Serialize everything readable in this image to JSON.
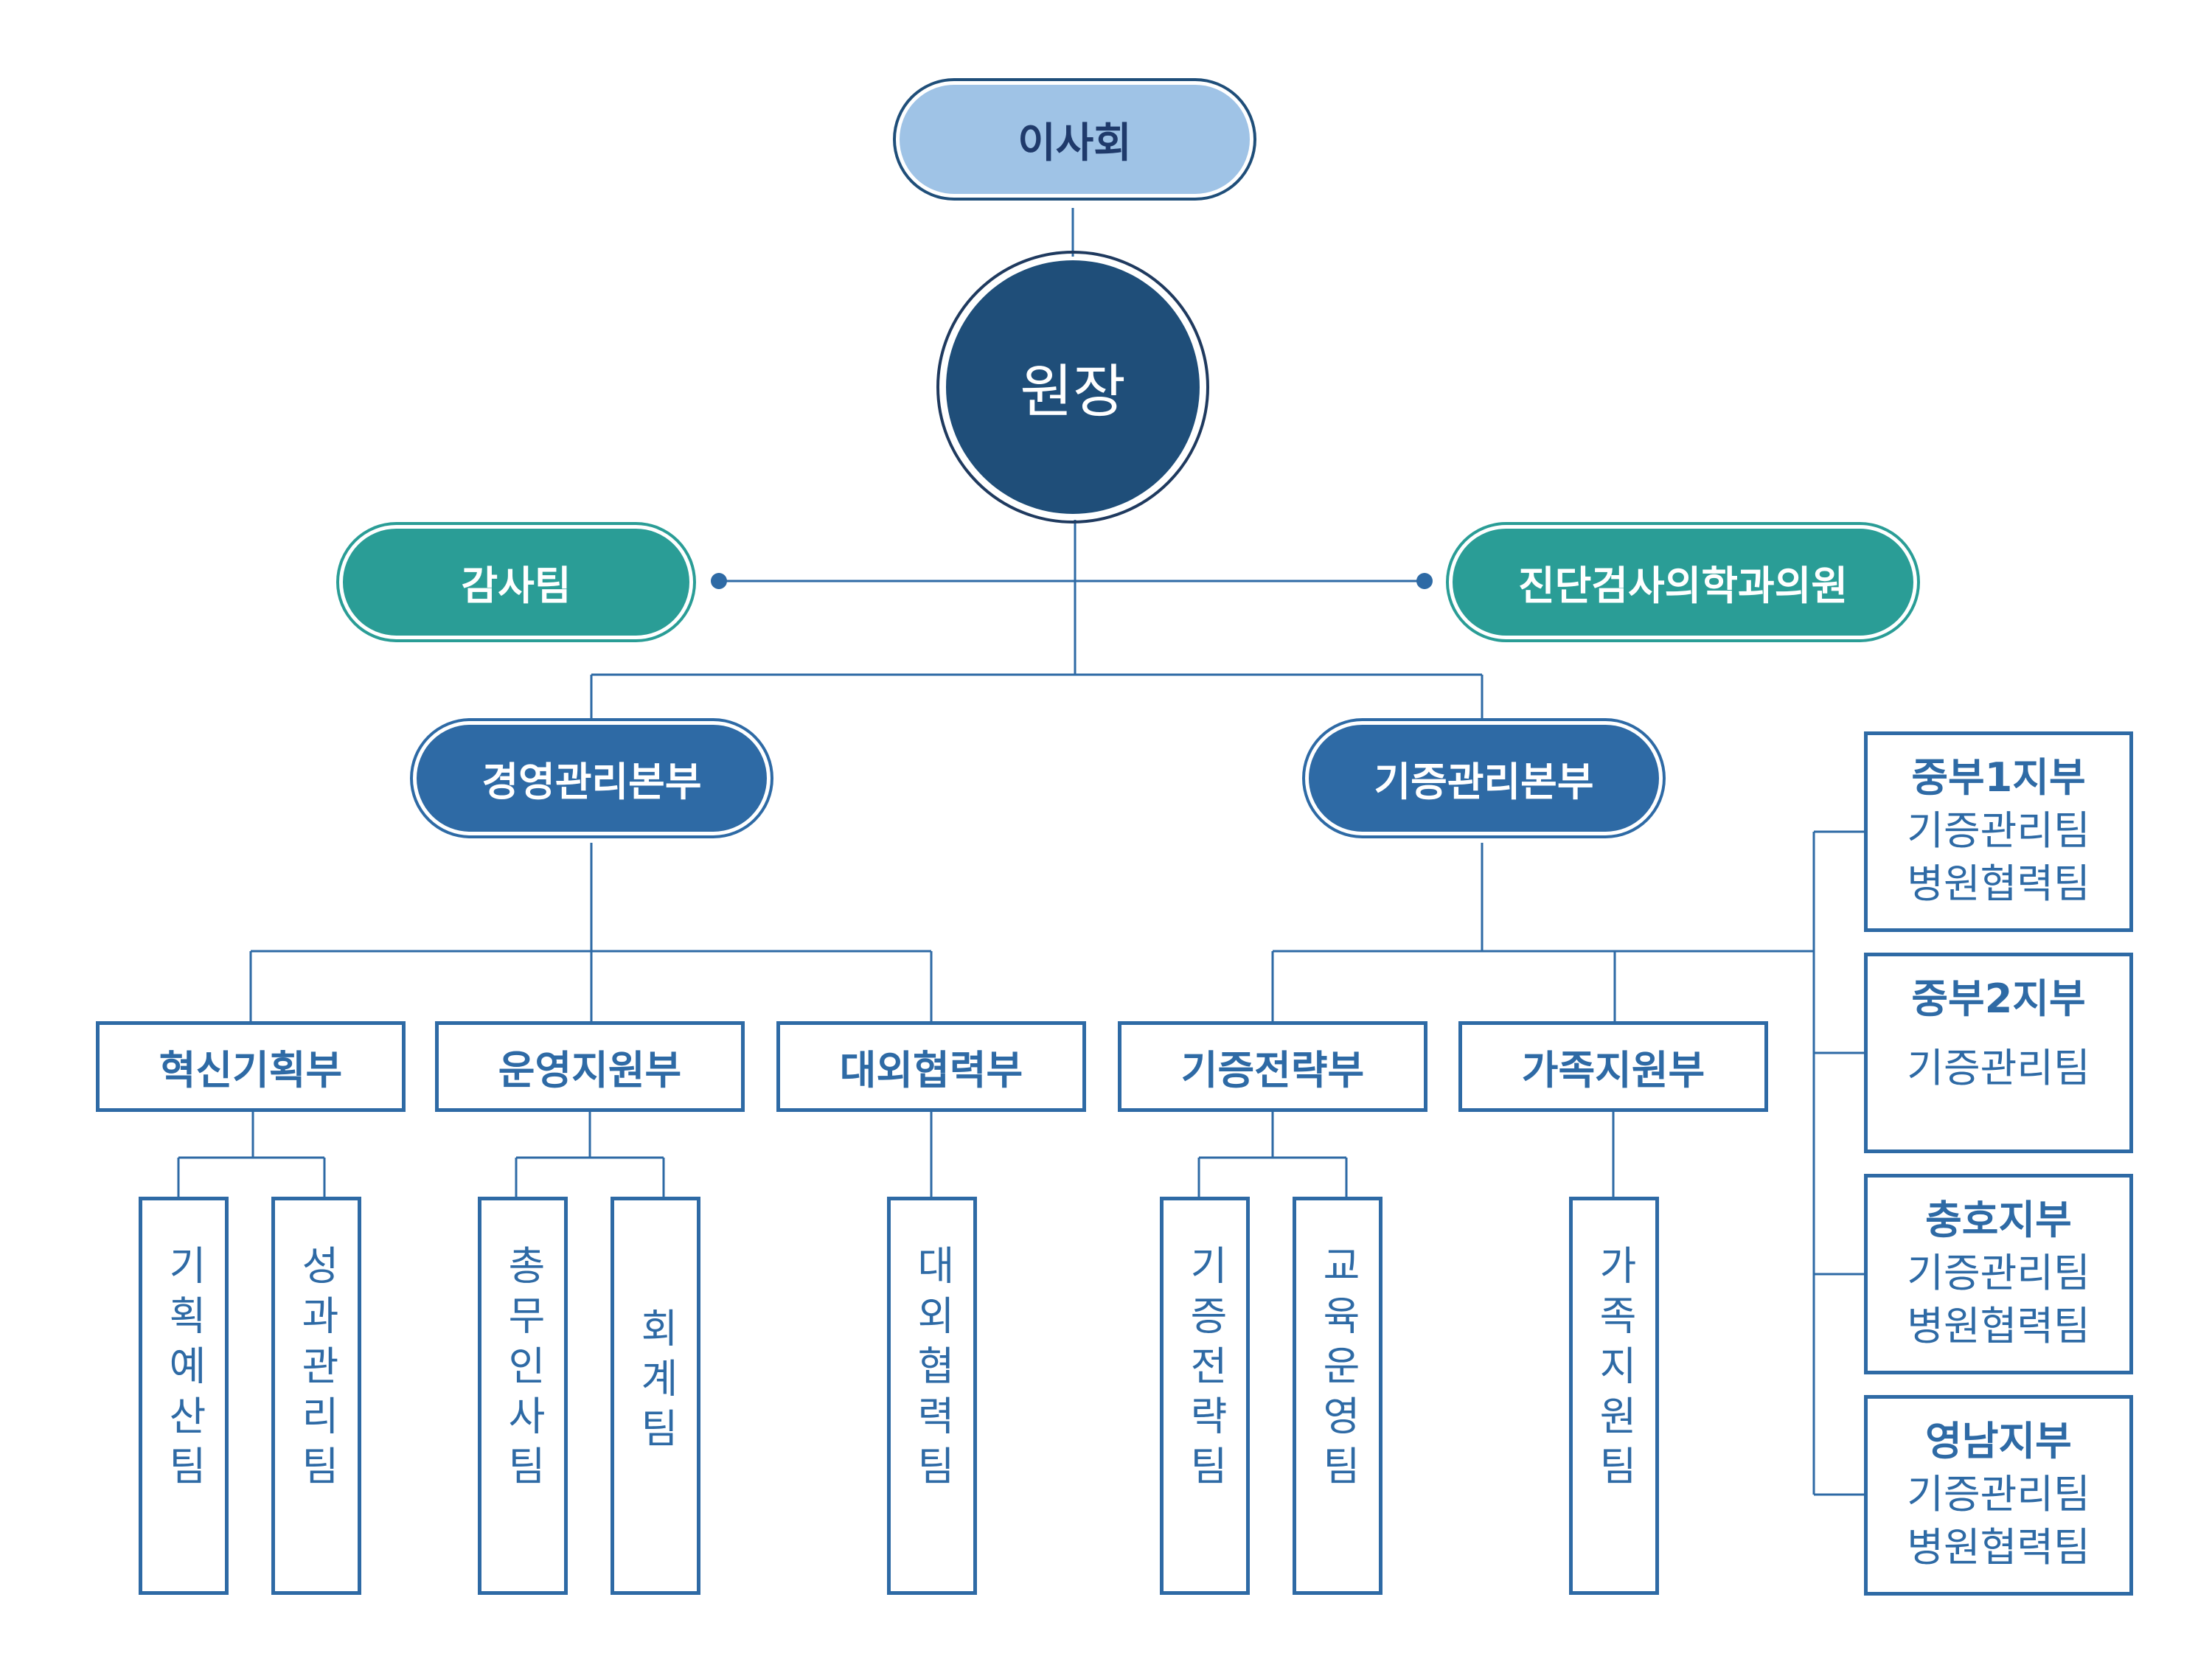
{
  "board": "이사회",
  "director": "원장",
  "audit": "감사팀",
  "clinic": "진단검사의학과의원",
  "hq_management": "경영관리본부",
  "hq_donation": "기증관리본부",
  "departments": {
    "innovation": "혁신기획부",
    "operations": "운영지원부",
    "external": "대외협력부",
    "strategy": "기증전략부",
    "family": "가족지원부"
  },
  "teams": {
    "planning_budget": "기획예산팀",
    "performance": "성과관리팀",
    "general_hr": "총무인사팀",
    "accounting": "회계팀",
    "external_coop": "대외협력팀",
    "donation_strategy": "기증전략팀",
    "education": "교육운영팀",
    "family_support": "가족지원팀"
  },
  "branches": [
    {
      "name": "중부1지부",
      "teams": [
        "기증관리팀",
        "병원협력팀"
      ]
    },
    {
      "name": "중부2지부",
      "teams": [
        "기증관리팀"
      ]
    },
    {
      "name": "충호지부",
      "teams": [
        "기증관리팀",
        "병원협력팀"
      ]
    },
    {
      "name": "영남지부",
      "teams": [
        "기증관리팀",
        "병원협력팀"
      ]
    }
  ],
  "colors": {
    "line": "#2e6aa5",
    "board_fill": "#9fc3e6",
    "director_fill": "#1f4e79",
    "teal": "#2a9d96",
    "hq_fill": "#2e6aa5"
  }
}
